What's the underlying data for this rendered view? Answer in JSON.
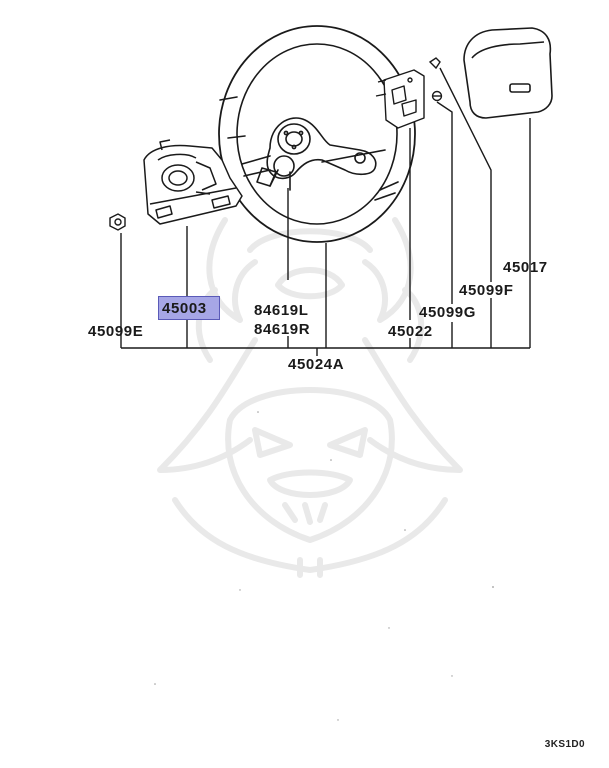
{
  "diagram": {
    "labels": {
      "p45003": "45003",
      "p45099E": "45099E",
      "p84619L": "84619L",
      "p84619R": "84619R",
      "p45022": "45022",
      "p45099G": "45099G",
      "p45099F": "45099F",
      "p45017": "45017",
      "p45024A": "45024A"
    },
    "diagram_code": "3KS1D0",
    "colors": {
      "line": "#1a1a1a",
      "highlight_fill": "#a6a6e6",
      "highlight_border": "#5a5ab8",
      "watermark": "#e9e9e9"
    }
  }
}
